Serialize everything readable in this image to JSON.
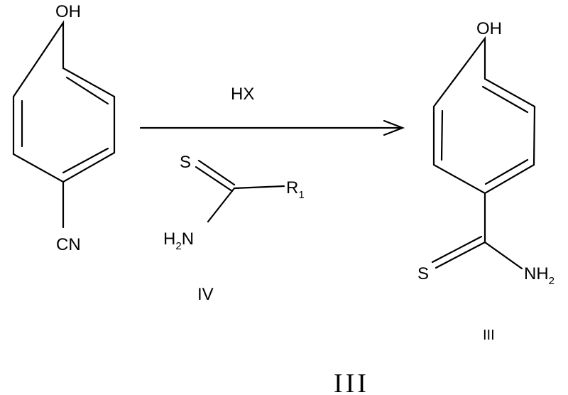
{
  "reactant": {
    "top_group": "OH",
    "bottom_group": "CN"
  },
  "arrow": {
    "condition": "HX"
  },
  "reagent": {
    "s_atom": "S",
    "r_group": "R",
    "r_sub": "1",
    "amine_h": "H",
    "amine_sub": "2",
    "amine_n": "N",
    "label": "IV"
  },
  "product": {
    "top_group": "OH",
    "s_atom": "S",
    "amine": "NH",
    "amine_sub": "2",
    "label": "III"
  },
  "scheme_label": "III"
}
